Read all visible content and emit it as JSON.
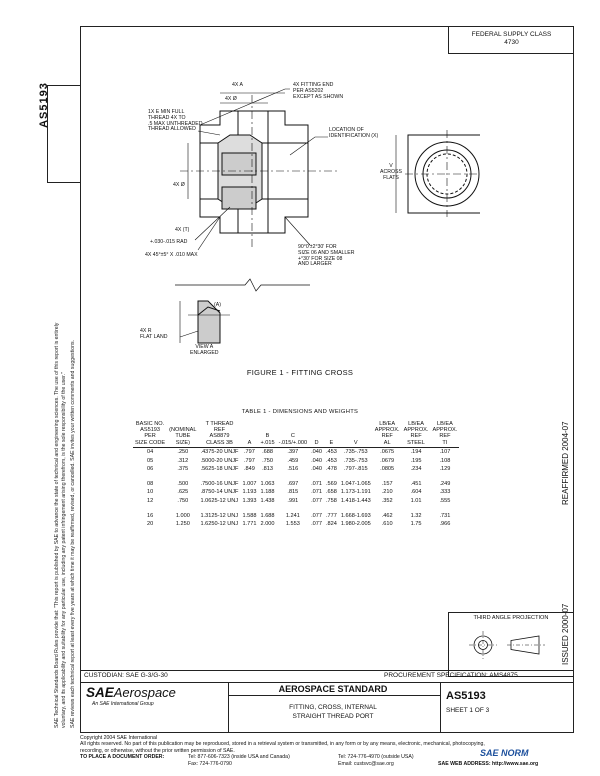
{
  "header": {
    "federal_supply_class_label": "FEDERAL SUPPLY CLASS",
    "federal_supply_class": "4730",
    "doc_number_vertical": "AS5193"
  },
  "side": {
    "reaffirmed": "REAFFIRMED 2004-07",
    "issued": "ISSUED 2000-07",
    "note1": "SAE Technical Standards Board Rules provide that: \"This report is published by SAE to advance the state of technical and engineering sciences. The use of this report is entirely",
    "note2": "voluntary, and its applicability and suitability for any particular use, including any patent infringement arising therefrom, is the sole responsibility of the user.\"",
    "note3": "SAE reviews each technical report at least every five years at which time it may be reaffirmed, revised, or cancelled. SAE invites your written comments and suggestions."
  },
  "drawing": {
    "labels": {
      "a1": "4X A",
      "a2": "4X Ø",
      "fitting_end": "4X FITTING END\nPER AS5202\nEXCEPT AS SHOWN",
      "thread": "1X E MIN FULL\nTHREAD 4X TO\n.5 MAX UNTHREADED\nTHREAD ALLOWED",
      "location": "LOCATION OF\nIDENTIFICATION (X)",
      "across": "V\nACROSS\nFLATS",
      "dia": "4X Ø",
      "t": "4X (T)",
      "r1": "+.030-.015 RAD",
      "r2": "4X 45°±5° X .010 MAX",
      "angle": "90°0'±2°30' FOR\nSIZE 06 AND SMALLER\n+°30' FOR SIZE 08\nAND LARGER",
      "a_ref": "(A)",
      "land": "4X R\nFLAT LAND",
      "view": "VIEW A\nENLARGED"
    },
    "figure_title": "FIGURE 1 - FITTING CROSS"
  },
  "table": {
    "title": "TABLE 1 - DIMENSIONS AND WEIGHTS",
    "headers": [
      "BASIC NO.\nAS5193\nPER\nSIZE CODE",
      "(NOMINAL\nTUBE\nSIZE)",
      "T THREAD\nREF\nAS8879\nCLASS 3B",
      "A",
      "B\n+.015",
      "C\n-.015/+.000",
      "D",
      "E",
      "V",
      "LB/EA\nAPPROX.\nREF\nAL",
      "LB/EA\nAPPROX.\nREF\nSTEEL",
      "LB/EA\nAPPROX.\nREF\nTI"
    ],
    "groups": [
      [
        [
          "04",
          ".250",
          ".4375-20 UNJF",
          ".797",
          ".688",
          ".397",
          ".040",
          ".453",
          ".735-.753",
          ".0675",
          ".194",
          ".107"
        ],
        [
          "05",
          ".312",
          ".5000-20 UNJF",
          ".797",
          ".750",
          ".459",
          ".040",
          ".453",
          ".735-.753",
          ".0679",
          ".195",
          ".108"
        ],
        [
          "06",
          ".375",
          ".5625-18 UNJF",
          ".849",
          ".813",
          ".516",
          ".040",
          ".478",
          ".797-.815",
          ".0805",
          ".234",
          ".129"
        ]
      ],
      [
        [
          "08",
          ".500",
          ".7500-16 UNJF",
          "1.007",
          "1.063",
          ".697",
          ".071",
          ".569",
          "1.047-1.065",
          ".157",
          ".451",
          ".249"
        ],
        [
          "10",
          ".625",
          ".8750-14 UNJF",
          "1.193",
          "1.188",
          ".815",
          ".071",
          ".658",
          "1.173-1.191",
          ".210",
          ".604",
          ".333"
        ],
        [
          "12",
          ".750",
          "1.0625-12 UNJ",
          "1.393",
          "1.438",
          ".991",
          ".077",
          ".758",
          "1.418-1.443",
          ".352",
          "1.01",
          ".555"
        ]
      ],
      [
        [
          "16",
          "1.000",
          "1.3125-12 UNJ",
          "1.588",
          "1.688",
          "1.241",
          ".077",
          ".777",
          "1.668-1.693",
          ".462",
          "1.32",
          ".731"
        ],
        [
          "20",
          "1.250",
          "1.6250-12 UNJ",
          "1.771",
          "2.000",
          "1.553",
          ".077",
          ".824",
          "1.980-2.005",
          ".610",
          "1.75",
          ".966"
        ]
      ]
    ]
  },
  "projection": {
    "title": "THIRD ANGLE PROJECTION"
  },
  "custodian": "CUSTODIAN: SAE G-3/G-30",
  "procurement": "PROCUREMENT SPECIFICATION: AMS4875",
  "brand": {
    "bold": "SAE",
    "rest": "Aerospace",
    "sub": "An SAE International Group"
  },
  "standard": {
    "title": "AEROSPACE STANDARD",
    "subtitle1": "FITTING, CROSS, INTERNAL",
    "subtitle2": "STRAIGHT THREAD PORT"
  },
  "doc": {
    "number": "AS5193",
    "sheet": "SHEET 1 OF 3"
  },
  "footer": {
    "copyright": "Copyright 2004 SAE International",
    "rights": "All rights reserved. No part of this publication may be reproduced, stored in a retrieval system or transmitted, in any form or by any means, electronic, mechanical, photocopying,",
    "rights2": "recording, or otherwise, without the prior written permission of SAE.",
    "order_label": "TO PLACE A DOCUMENT ORDER:",
    "tel": "Tel: 877-606-7323 (inside USA and Canada)",
    "tel2": "Tel: 724-776-4970 (outside USA)",
    "fax": "Fax: 724-776-0790",
    "email": "Email: custsvc@sae.org",
    "web": "SAE WEB ADDRESS: http://www.sae.org"
  },
  "watermark": "SAE NORM"
}
